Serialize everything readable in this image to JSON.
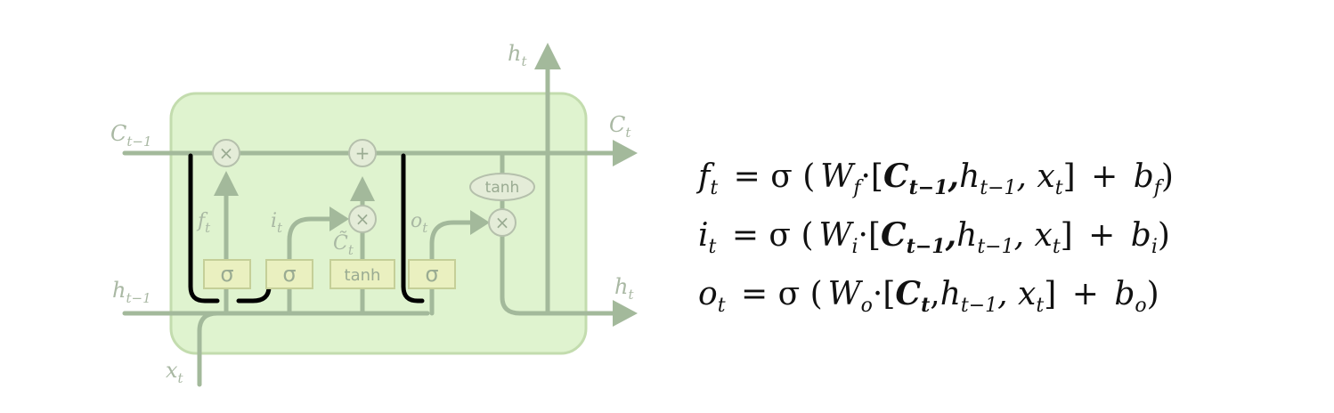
{
  "labels": {
    "c_prev": "C",
    "c_prev_sub": "t−1",
    "c_out": "C",
    "c_out_sub": "t",
    "h_top": "h",
    "h_top_sub": "t",
    "h_prev": "h",
    "h_prev_sub": "t−1",
    "h_out": "h",
    "h_out_sub": "t",
    "x_in": "x",
    "x_in_sub": "t",
    "f_gate": "f",
    "f_gate_sub": "t",
    "i_gate": "i",
    "i_gate_sub": "t",
    "o_gate": "o",
    "o_gate_sub": "t",
    "c_tilde": "C̃",
    "c_tilde_sub": "t"
  },
  "nodes": {
    "mult": "×",
    "plus": "+",
    "sigma": "σ",
    "tanh": "tanh"
  },
  "equations": [
    {
      "lhs": "f",
      "lhs_sub": "t",
      "eq": "= σ (",
      "w": "W",
      "w_sub": "f",
      "dot": "·[",
      "bold_term": "C",
      "bold_sub": "t−1",
      "sep": ",",
      "h": "h",
      "h_sub": "t−1",
      "x_part": ", x",
      "x_sub": "t",
      "close": "]",
      "plus": "+",
      "b": "b",
      "b_sub": "f",
      "end": ")"
    },
    {
      "lhs": "i",
      "lhs_sub": "t",
      "eq": "= σ (",
      "w": "W",
      "w_sub": "i",
      "dot": "·[",
      "bold_term": "C",
      "bold_sub": "t−1",
      "sep": ",",
      "h": "h",
      "h_sub": "t−1",
      "x_part": ", x",
      "x_sub": "t",
      "close": "]",
      "plus": "+",
      "b": "b",
      "b_sub": "i",
      "end": ")"
    },
    {
      "lhs": "o",
      "lhs_sub": "t",
      "eq": "= σ (",
      "w": "W",
      "w_sub": "o",
      "dot": "·[",
      "bold_term": "C",
      "bold_sub": "t",
      "sep": ",",
      "h": "h",
      "h_sub": "t−1",
      "x_part": ", x",
      "x_sub": "t",
      "close": "]",
      "plus": "+",
      "b": "b",
      "b_sub": "o",
      "end": ")"
    }
  ],
  "colors": {
    "cell_fill": "#dff3cf",
    "cell_stroke": "#c3dcae",
    "line": "#a3b99b",
    "gate_fill": "#eaf0c0",
    "peephole": "#000000"
  }
}
